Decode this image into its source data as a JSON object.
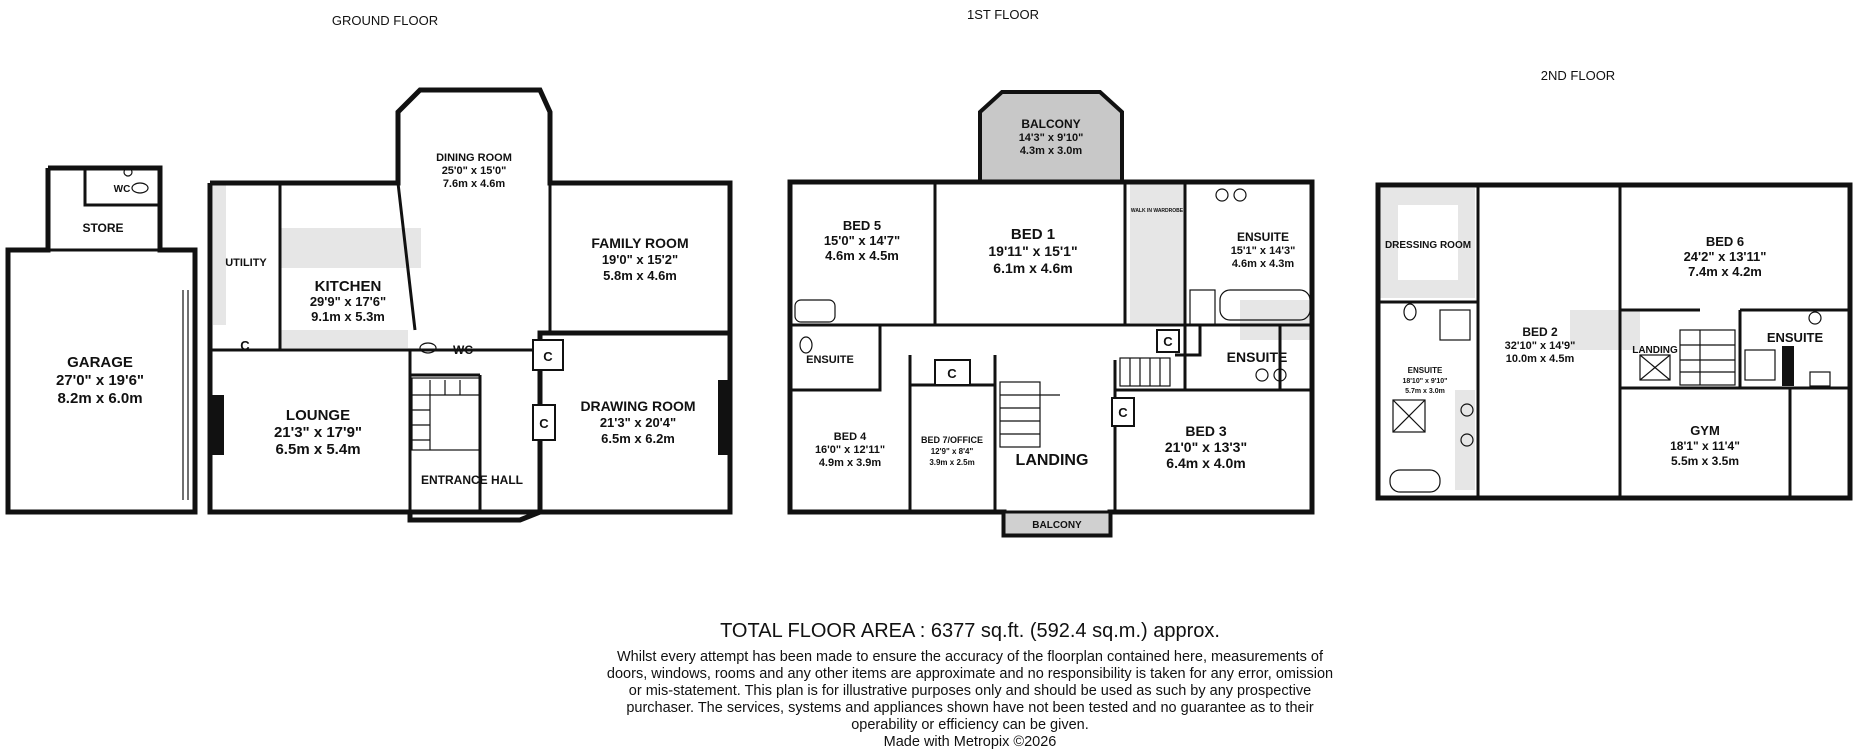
{
  "floors": {
    "ground": {
      "title": "GROUND FLOOR",
      "rooms": {
        "garage": {
          "name": "GARAGE",
          "imperial": "27'0\" x 19'6\"",
          "metric": "8.2m x 6.0m"
        },
        "store": {
          "name": "STORE"
        },
        "wc_store": {
          "name": "WC"
        },
        "utility": {
          "name": "UTILITY"
        },
        "kitchen": {
          "name": "KITCHEN",
          "imperial": "29'9\" x 17'6\"",
          "metric": "9.1m x 5.3m"
        },
        "dining": {
          "name": "DINING ROOM",
          "imperial": "25'0\" x 15'0\"",
          "metric": "7.6m x 4.6m"
        },
        "family": {
          "name": "FAMILY ROOM",
          "imperial": "19'0\" x 15'2\"",
          "metric": "5.8m x 4.6m"
        },
        "lounge": {
          "name": "LOUNGE",
          "imperial": "21'3\" x 17'9\"",
          "metric": "6.5m x 5.4m"
        },
        "wc": {
          "name": "WC"
        },
        "drawing": {
          "name": "DRAWING ROOM",
          "imperial": "21'3\" x 20'4\"",
          "metric": "6.5m x 6.2m"
        },
        "hall": {
          "name": "ENTRANCE HALL"
        }
      }
    },
    "first": {
      "title": "1ST FLOOR",
      "rooms": {
        "balcony_top": {
          "name": "BALCONY",
          "imperial": "14'3\" x 9'10\"",
          "metric": "4.3m x 3.0m"
        },
        "bed5": {
          "name": "BED 5",
          "imperial": "15'0\" x 14'7\"",
          "metric": "4.6m x 4.5m"
        },
        "bed1": {
          "name": "BED 1",
          "imperial": "19'11\" x 15'1\"",
          "metric": "6.1m x 4.6m"
        },
        "walkin": {
          "name": "WALK IN WARDROBE"
        },
        "ensuite1": {
          "name": "ENSUITE",
          "imperial": "15'1\" x 14'3\"",
          "metric": "4.6m x 4.3m"
        },
        "ensuite_b5": {
          "name": "ENSUITE"
        },
        "ensuite3": {
          "name": "ENSUITE"
        },
        "bed4": {
          "name": "BED 4",
          "imperial": "16'0\" x 12'11\"",
          "metric": "4.9m x 3.9m"
        },
        "bed7": {
          "name": "BED 7/OFFICE",
          "imperial": "12'9\" x 8'4\"",
          "metric": "3.9m x 2.5m"
        },
        "landing": {
          "name": "LANDING"
        },
        "bed3": {
          "name": "BED 3",
          "imperial": "21'0\" x 13'3\"",
          "metric": "6.4m x 4.0m"
        },
        "balcony_bottom": {
          "name": "BALCONY"
        }
      }
    },
    "second": {
      "title": "2ND FLOOR",
      "rooms": {
        "dressing": {
          "name": "DRESSING ROOM"
        },
        "bed2": {
          "name": "BED 2",
          "imperial": "32'10\" x 14'9\"",
          "metric": "10.0m x 4.5m"
        },
        "ensuite_b2": {
          "name": "ENSUITE",
          "imperial": "18'10\" x 9'10\"",
          "metric": "5.7m x 3.0m"
        },
        "bed6": {
          "name": "BED 6",
          "imperial": "24'2\" x 13'11\"",
          "metric": "7.4m x 4.2m"
        },
        "landing": {
          "name": "LANDING"
        },
        "ensuite": {
          "name": "ENSUITE"
        },
        "gym": {
          "name": "GYM",
          "imperial": "18'1\" x 11'4\"",
          "metric": "5.5m x 3.5m"
        }
      }
    }
  },
  "cupboard_label": "C",
  "footer": {
    "total_area": "TOTAL FLOOR AREA : 6377 sq.ft. (592.4 sq.m.) approx.",
    "disclaimer": "Whilst every attempt has been made to ensure the accuracy of the floorplan contained here, measurements of doors, windows, rooms and any other items are approximate and no responsibility is taken for any error, omission or mis-statement. This plan is for illustrative purposes only and should be used as such by any prospective purchaser. The services, systems and appliances shown have not been tested and no guarantee as to their operability or efficiency can be given.",
    "credit": "Made with Metropix ©2026"
  }
}
